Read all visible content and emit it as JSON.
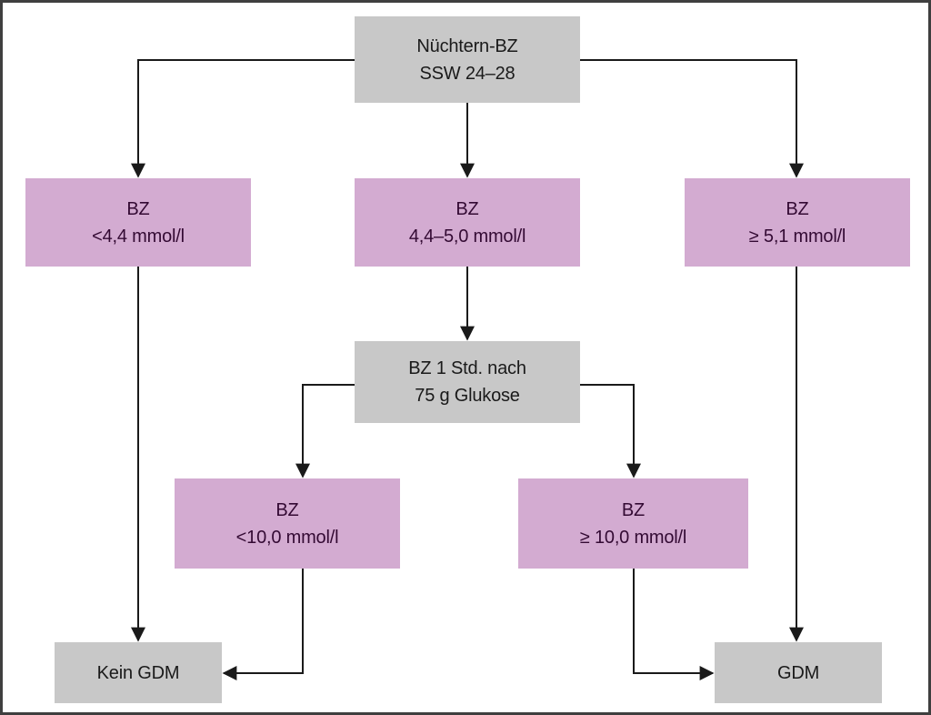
{
  "diagram": {
    "nodes": {
      "nuechtern": {
        "line1": "Nüchtern-BZ",
        "line2": "SSW 24–28"
      },
      "bz_low": {
        "line1": "BZ",
        "line2": "<4,4 mmol/l"
      },
      "bz_mid": {
        "line1": "BZ",
        "line2": "4,4–5,0 mmol/l"
      },
      "bz_high": {
        "line1": "BZ",
        "line2": "≥ 5,1 mmol/l"
      },
      "ogtt": {
        "line1": "BZ 1 Std. nach",
        "line2": "75 g Glukose"
      },
      "bz1h_low": {
        "line1": "BZ",
        "line2": "<10,0 mmol/l"
      },
      "bz1h_high": {
        "line1": "BZ",
        "line2": "≥ 10,0 mmol/l"
      },
      "kein_gdm": {
        "line1": "Kein GDM"
      },
      "gdm": {
        "line1": "GDM"
      }
    },
    "colors": {
      "background": "#ffffff",
      "node_gray": "#c8c8c8",
      "node_purple": "#d3abd1",
      "line": "#1a1a1a",
      "text_gray_node": "#1a1a1a",
      "text_purple_node": "#330a33",
      "frame": "#3f3f3f"
    }
  }
}
